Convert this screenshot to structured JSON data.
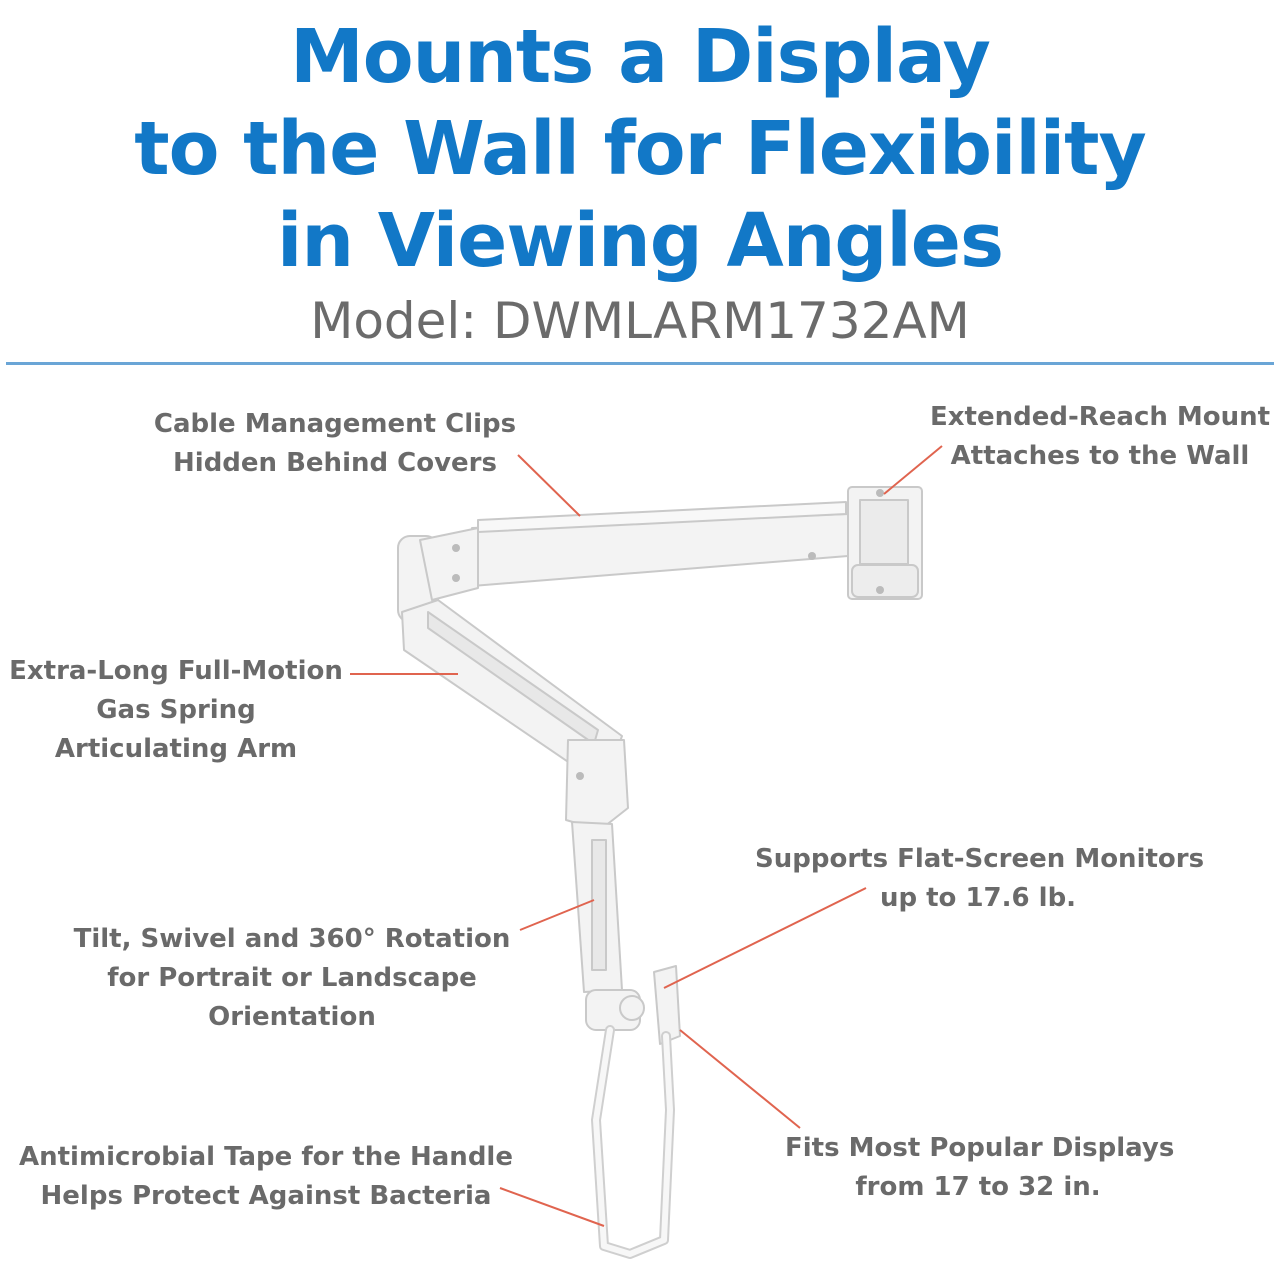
{
  "header": {
    "title_lines": [
      "Mounts a Display",
      "to the Wall for Flexibility",
      "in Viewing Angles"
    ],
    "model": "Model: DWMLARM1732AM"
  },
  "callouts": {
    "cable_clips": [
      "Cable Management Clips",
      "Hidden Behind Covers"
    ],
    "wall_mount": [
      "Extended-Reach Mount",
      "Attaches to the Wall"
    ],
    "gas_spring": [
      "Extra-Long Full-Motion",
      "Gas Spring",
      "Articulating Arm"
    ],
    "tilt_swivel": [
      "Tilt, Swivel and 360° Rotation",
      "for Portrait or Landscape",
      "Orientation"
    ],
    "supports": [
      "Supports Flat-Screen Monitors",
      "up to 17.6 lb."
    ],
    "antimicrobial": [
      "Antimicrobial Tape for the Handle",
      "Helps Protect Against Bacteria"
    ],
    "fits": [
      "Fits Most Popular Displays",
      "from 17 to 32 in."
    ]
  },
  "colors": {
    "title": "#1278c7",
    "model_text": "#6b6b6b",
    "callout_text": "#6a6a6a",
    "leader_line": "#e0644f",
    "divider": "#6aa5d6"
  }
}
